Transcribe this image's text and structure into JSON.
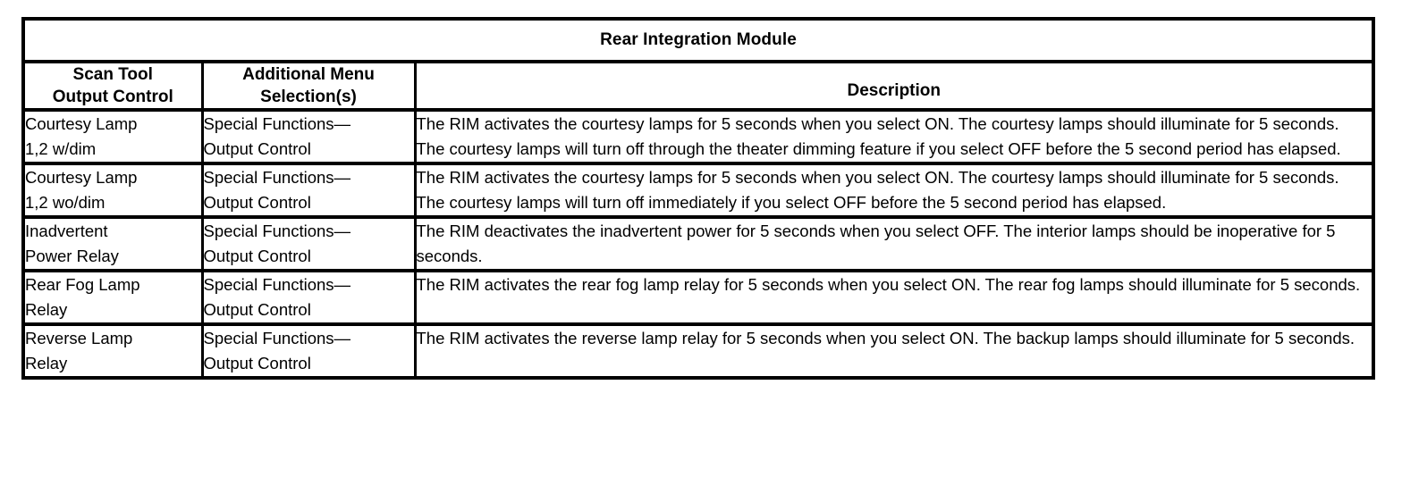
{
  "table": {
    "title": "Rear Integration Module",
    "headers": {
      "control_line1": "Scan Tool",
      "control_line2": "Output Control",
      "menu_line1": "Additional Menu",
      "menu_line2": "Selection(s)",
      "description": "Description"
    },
    "rows": [
      {
        "control": "Courtesy Lamp\n1,2 w/dim",
        "menu": "Special Functions—\nOutput Control",
        "description": "The RIM activates the courtesy lamps for 5 seconds when you select ON. The courtesy lamps should illuminate for 5 seconds. The courtesy lamps will turn off through the theater dimming feature if you select OFF before the 5 second period has elapsed."
      },
      {
        "control": "Courtesy Lamp\n1,2 wo/dim",
        "menu": "Special Functions—\nOutput Control",
        "description": "The RIM activates the courtesy lamps for 5 seconds when you select ON. The courtesy lamps should illuminate for 5 seconds. The courtesy lamps will turn off immediately if you select OFF before the 5 second period has elapsed."
      },
      {
        "control": "Inadvertent\nPower Relay",
        "menu": "Special Functions—\nOutput Control",
        "description": "The RIM deactivates the inadvertent power for 5 seconds when you select OFF. The interior lamps should be inoperative for 5 seconds."
      },
      {
        "control": "Rear Fog Lamp\nRelay",
        "menu": "Special Functions—\nOutput Control",
        "description": "The RIM activates the rear fog lamp relay for 5 seconds when you select ON. The rear fog lamps should illuminate for 5 seconds."
      },
      {
        "control": "Reverse Lamp\nRelay",
        "menu": "Special Functions—\nOutput Control",
        "description": "The RIM activates the reverse lamp relay for 5 seconds when you select ON. The backup lamps should illuminate for 5 seconds."
      }
    ]
  },
  "colors": {
    "border": "#000000",
    "text": "#000000",
    "background": "#ffffff"
  }
}
